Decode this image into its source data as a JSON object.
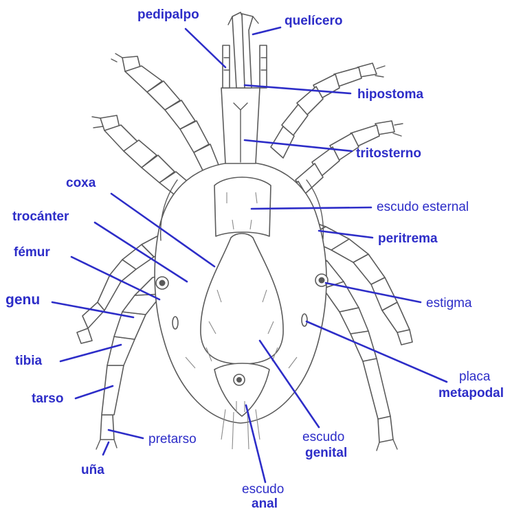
{
  "colors": {
    "label": "#2d2dc8",
    "outline": "#5a5a5a",
    "background": "#ffffff"
  },
  "labels": {
    "pedipalpo": "pedipalpo",
    "quelicero": "quelícero",
    "hipostoma": "hipostoma",
    "tritosterno": "tritosterno",
    "coxa": "coxa",
    "escudo_esternal": "escudo esternal",
    "trocanter": "trocánter",
    "peritrema": "peritrema",
    "femur": "fémur",
    "genu": "genu",
    "estigma": "estigma",
    "tibia": "tibia",
    "placa_metapodal_1": "placa",
    "placa_metapodal_2": "metapodal",
    "tarso": "tarso",
    "escudo_genital_1": "escudo",
    "escudo_genital_2": "genital",
    "pretarso": "pretarso",
    "una": "uña",
    "escudo_anal_1": "escudo",
    "escudo_anal_2": "anal"
  }
}
